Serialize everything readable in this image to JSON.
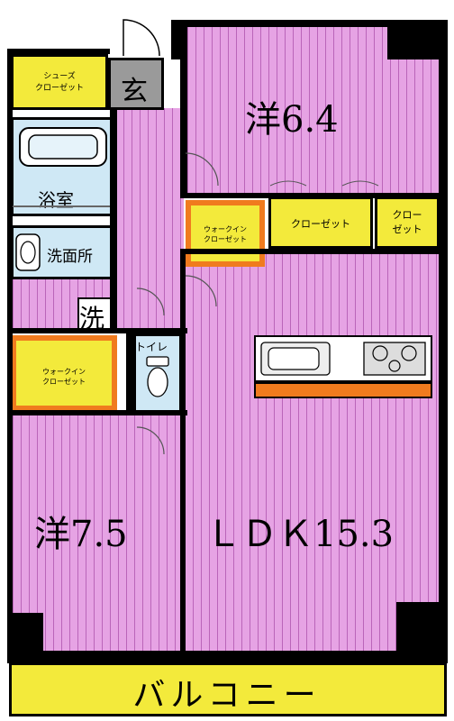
{
  "rooms": {
    "western_a": "洋6.4",
    "western_b": "洋7.5",
    "ldk": "ＬＤＫ15.3",
    "entrance": "玄",
    "bath": "浴室",
    "washroom": "洗面所",
    "laundry": "洗",
    "toilet": "トイレ",
    "balcony": "バルコニー"
  },
  "closets": {
    "shoes": [
      "シューズ",
      "クローゼット"
    ],
    "walkin_top": [
      "ウォークイン",
      "クローゼット"
    ],
    "walkin_left": [
      "ウォークイン",
      "クローゼット"
    ],
    "closet_mid": "クローゼット",
    "closet_right": [
      "クロー",
      "ゼット"
    ]
  },
  "colors": {
    "floor_pink": "#e6a3e4",
    "closet_yellow": "#f3ea3b",
    "closet_orange": "#f07b1e",
    "wet_area_blue": "#cfe8f5",
    "wall": "#000000",
    "entrance_gray": "#9a9a9a"
  }
}
